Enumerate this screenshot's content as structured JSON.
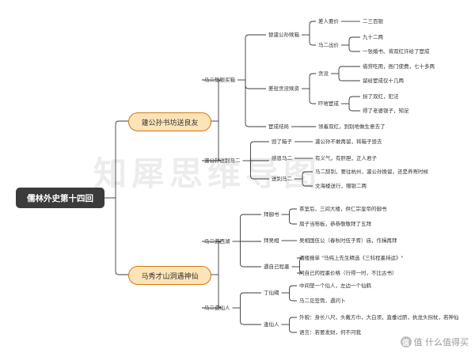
{
  "root": {
    "label": "儒林外史第十四回"
  },
  "watermark": "知犀思维导图",
  "logo": {
    "text": "值 什么值得买",
    "icon": "zhi-logo-icon"
  },
  "branches": [
    {
      "label": "蘧公孙书坊送良友"
    },
    {
      "label": "马秀才山洞遇神仙"
    }
  ],
  "nodes": [
    {
      "key": "a1",
      "label": "马二垫银买箱"
    },
    {
      "key": "a1a",
      "label": "替蘧公孙赎箱"
    },
    {
      "key": "a1a1",
      "label": "差人要价"
    },
    {
      "key": "a1a1a",
      "label": "二三百银"
    },
    {
      "key": "a1a2",
      "label": "马二出价"
    },
    {
      "key": "a1a2a",
      "label": "九十二两"
    },
    {
      "key": "a1a2b",
      "label": "一张婚书、将双红许给了宦成"
    },
    {
      "key": "a1b",
      "label": "差役贪没赎资"
    },
    {
      "key": "a1b1",
      "label": "贪没"
    },
    {
      "key": "a1b1a",
      "label": "借贷吃用，衙门使费，七十多两"
    },
    {
      "key": "a1b1b",
      "label": "留给宦成仅十几两"
    },
    {
      "key": "a1b2",
      "label": "吓唬宦成"
    },
    {
      "key": "a1b2a",
      "label": "拐了双红，犯法"
    },
    {
      "key": "a1b2b",
      "label": "得了老婆银子，知足"
    },
    {
      "key": "a1c",
      "label": "宦成结局"
    },
    {
      "key": "a1c1",
      "label": "领着双红，到别地做生意去了"
    },
    {
      "key": "a2",
      "label": "蘧公孙送别马二"
    },
    {
      "key": "a2a",
      "label": "毁了箱子"
    },
    {
      "key": "a2a1",
      "label": "蘧公孙不敢再留，将箱子毁去"
    },
    {
      "key": "a2b",
      "label": "感恩马二"
    },
    {
      "key": "a2b1",
      "label": "有义气，有肝胆，正人君子"
    },
    {
      "key": "a2c",
      "label": "送别马二"
    },
    {
      "key": "a2c1",
      "label": "马二辞别，要往杭州，蘧公孙挽留，还是养寄时候"
    },
    {
      "key": "a2c2",
      "label": "文海楼送行，赠银二两"
    },
    {
      "key": "b1",
      "label": "马二游西湖"
    },
    {
      "key": "b1a",
      "label": "拜御书"
    },
    {
      "key": "b1a1",
      "label": "茶室后，三间大楼，供仁宗皇帝的御书"
    },
    {
      "key": "b1a2",
      "label": "扇子当笏板，恭恭敬敬拜了五拜"
    },
    {
      "key": "b1b",
      "label": "拜吴相"
    },
    {
      "key": "b1b1",
      "label": "吴相国伍公（春秋时伍子胥）庙，作揖再拜"
    },
    {
      "key": "b1c",
      "label": "遇自己程墨"
    },
    {
      "key": "b1c1",
      "label": "酒楼报单 \"马纯上先生精选《三科程墨持运》\""
    },
    {
      "key": "b1c2",
      "label": "问自己的程墨价格（行得一时，不比古书）"
    },
    {
      "key": "b2",
      "label": "马二遇仙人"
    },
    {
      "key": "b2a",
      "label": "丁仙碣"
    },
    {
      "key": "b2a1",
      "label": "中间塑一个仙人，左边一个仙鹤"
    },
    {
      "key": "b2a2",
      "label": "马二见签筒，遇问卜"
    },
    {
      "key": "b2b",
      "label": "逢仙人"
    },
    {
      "key": "b2b1",
      "label": "外貌：身长八尺，头戴方巾，大白须，直垂过脐，执龙头拐杖，若神仙"
    },
    {
      "key": "b2b2",
      "label": "语言：若要发财，何不问我"
    }
  ],
  "colors": {
    "line": "#3a3a3a",
    "branch_fill": "#fde3b8",
    "branch_border": "#d07a10",
    "root_fill": "#3b3b3b"
  }
}
